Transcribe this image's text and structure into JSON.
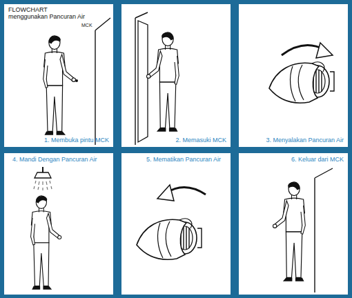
{
  "diagram": {
    "title": "FLOWCHART menggunakan Pancuran Air",
    "nodes": [
      {
        "text": [
          "1. Membuka pintu MCK"
        ]
      },
      {
        "text": [
          "2. Memasuki MCK"
        ]
      },
      {
        "text": [
          "3. Menyalakan Pancuran Air"
        ]
      },
      {
        "text": [
          "4. Mandi Dengan Pancuran Air"
        ]
      },
      {
        "text": [
          "5. Mematikan Pancuran Air"
        ]
      },
      {
        "text": [
          "6. Keluar dari MCK"
        ]
      }
    ],
    "labels": [
      "MCK"
    ]
  }
}
